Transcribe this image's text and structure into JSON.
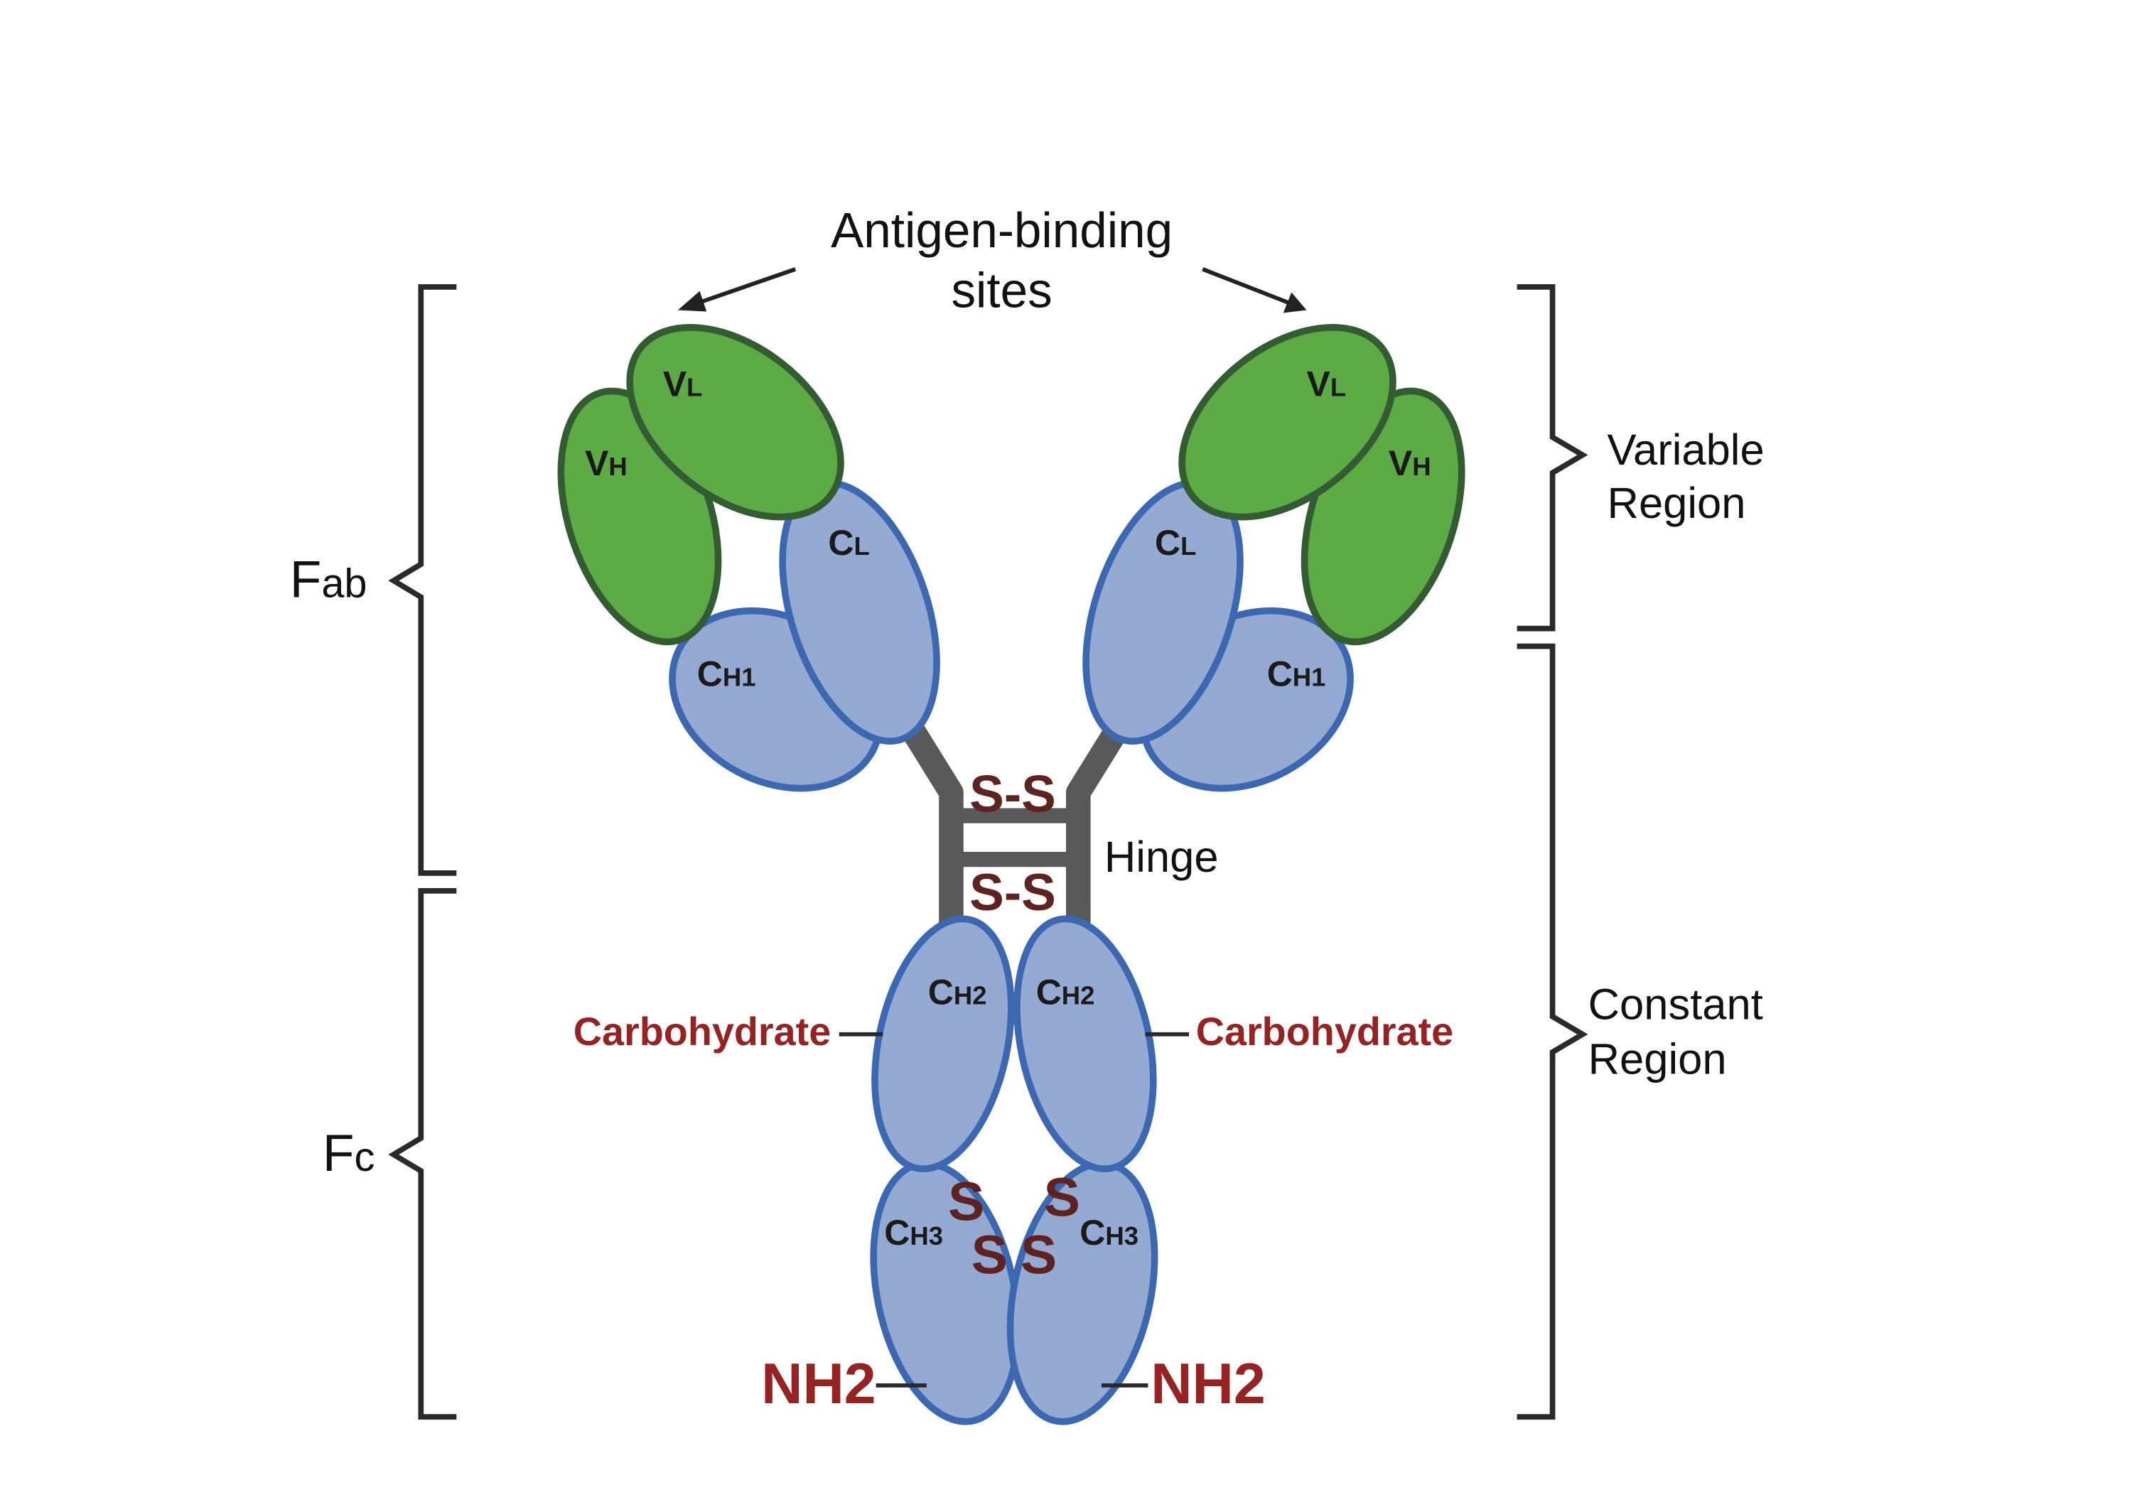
{
  "diagram": {
    "title": "Antibody (IgG) structure",
    "antigen_label_line1": "Antigen-binding",
    "antigen_label_line2": "sites",
    "fab": {
      "main": "F",
      "sub": "ab"
    },
    "fc": {
      "main": "F",
      "sub": "c"
    },
    "variable_region": {
      "line1": "Variable",
      "line2": "Region"
    },
    "constant_region": {
      "line1": "Constant",
      "line2": "Region"
    },
    "hinge": "Hinge",
    "carbohydrate_left": "Carbohydrate",
    "carbohydrate_right": "Carbohydrate",
    "nh2_left": "NH2",
    "nh2_right": "NH2",
    "ss_bond": "S-S",
    "sulfur": "S",
    "domains": {
      "vl": {
        "main": "V",
        "sub": "L"
      },
      "vh": {
        "main": "V",
        "sub": "H"
      },
      "cl": {
        "main": "C",
        "sub": "L"
      },
      "ch1": {
        "main": "C",
        "sub": "H1"
      },
      "ch2": {
        "main": "C",
        "sub": "H2"
      },
      "ch3": {
        "main": "C",
        "sub": "H3"
      }
    },
    "colors": {
      "variable_fill": "#5cab45",
      "variable_stroke": "#345c32",
      "constant_fill": "#95aad3",
      "constant_stroke": "#3b68b0",
      "hinge": "#595959",
      "label_red": "#962322",
      "disulfide": "#5e2321"
    }
  }
}
